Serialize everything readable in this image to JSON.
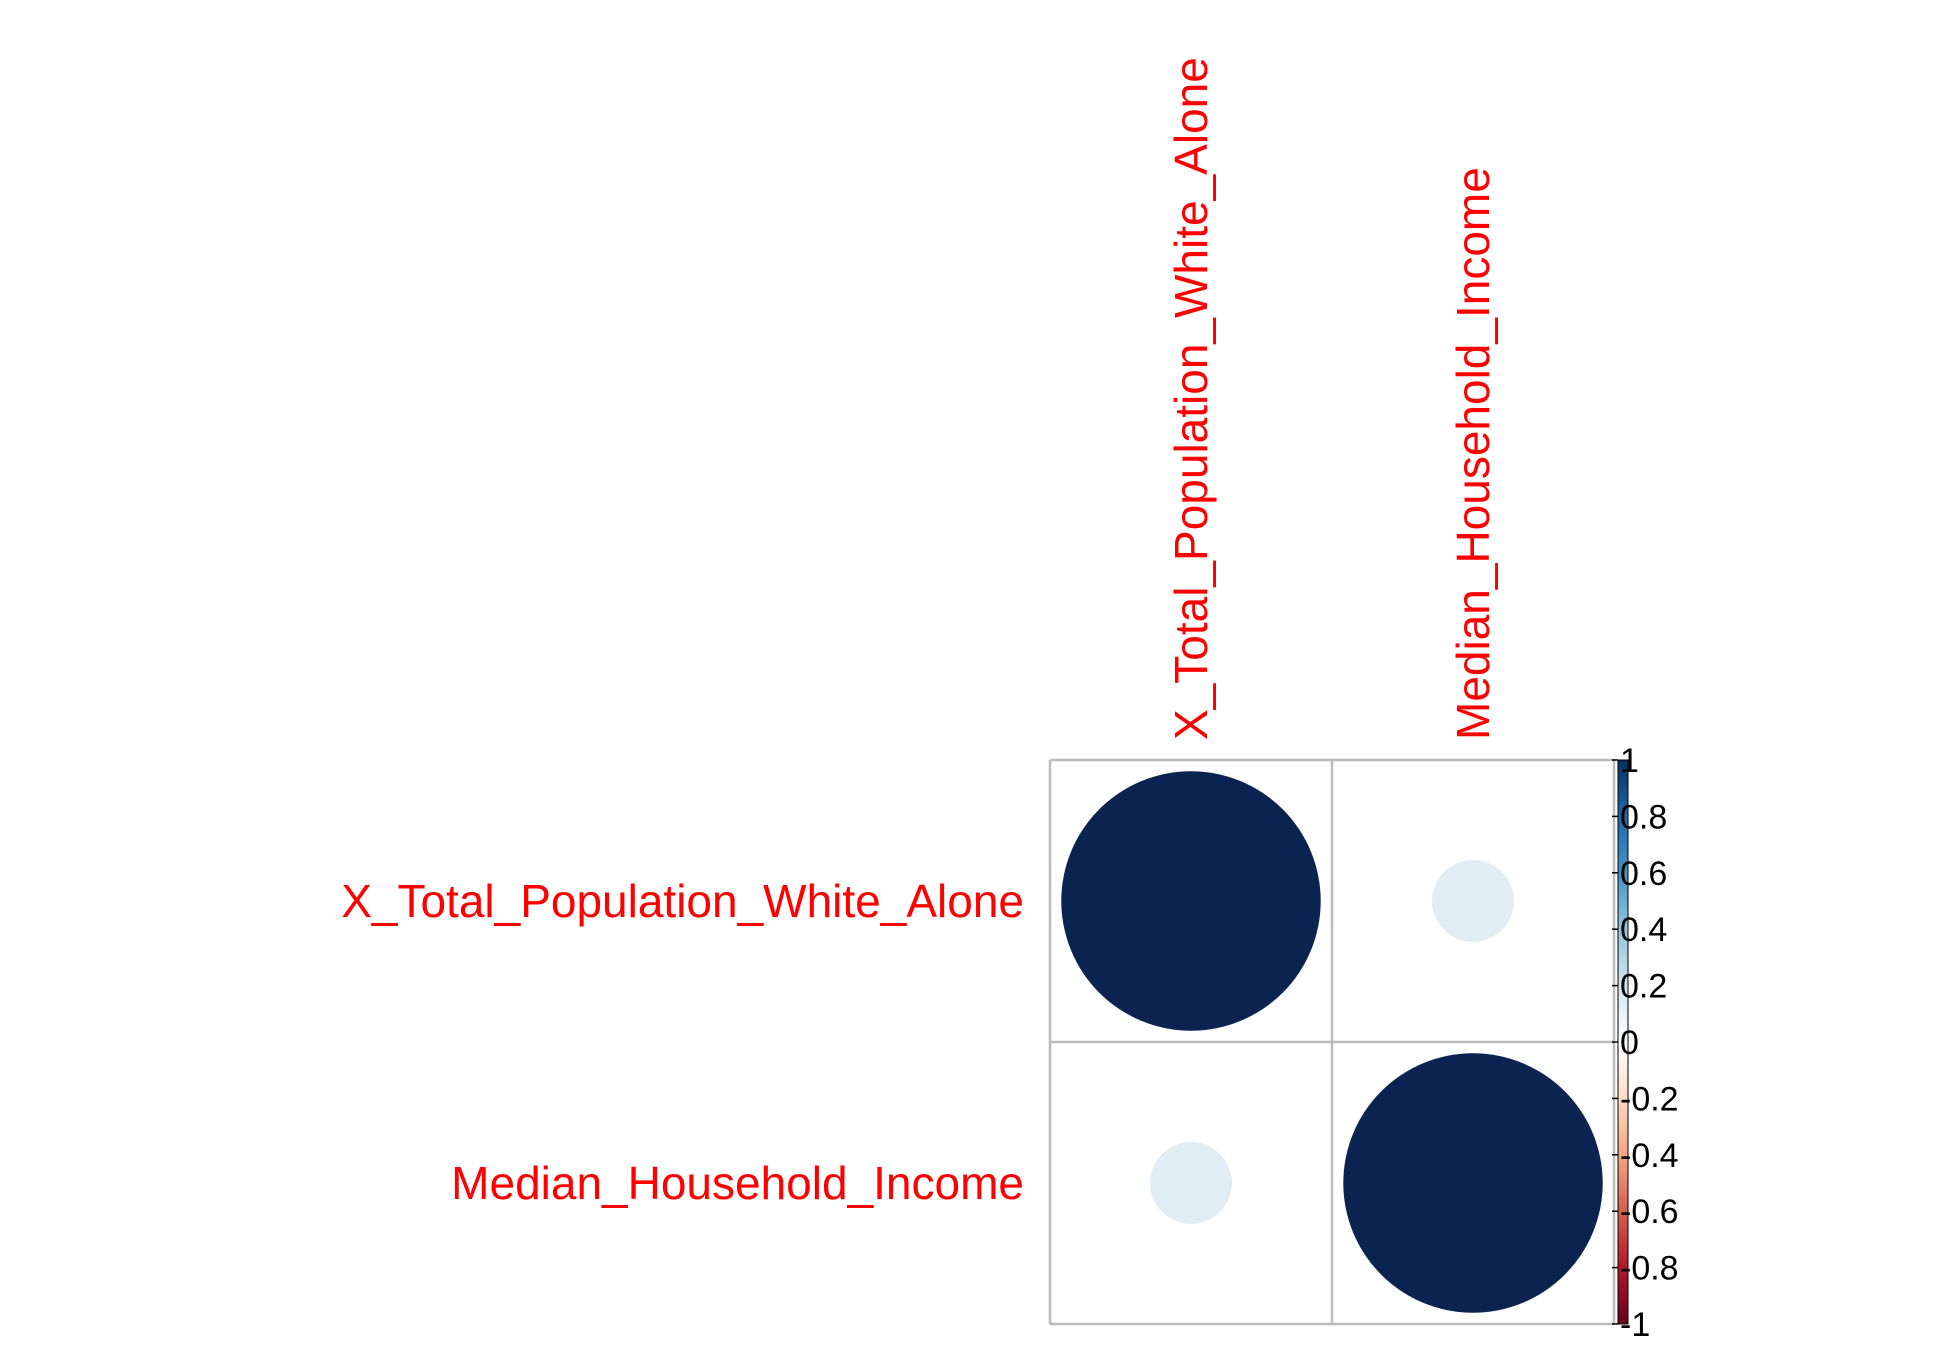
{
  "chart_data": {
    "type": "heatmap",
    "method": "circle",
    "variables": [
      "X_Total_Population_White_Alone",
      "Median_Household_Income"
    ],
    "matrix": [
      [
        1.0,
        0.1
      ],
      [
        0.1,
        1.0
      ]
    ],
    "color_scale": {
      "min": -1,
      "max": 1,
      "ticks": [
        "1",
        "0.8",
        "0.6",
        "0.4",
        "0.2",
        "0",
        "-0.2",
        "-0.4",
        "-0.6",
        "-0.8",
        "-1"
      ],
      "tick_values": [
        1,
        0.8,
        0.6,
        0.4,
        0.2,
        0,
        -0.2,
        -0.4,
        -0.6,
        -0.8,
        -1
      ],
      "stops": [
        {
          "value": -1.0,
          "color": "#67001F"
        },
        {
          "value": -0.8,
          "color": "#B2182B"
        },
        {
          "value": -0.6,
          "color": "#D6604D"
        },
        {
          "value": -0.4,
          "color": "#F4A582"
        },
        {
          "value": -0.2,
          "color": "#FDDBC7"
        },
        {
          "value": 0.0,
          "color": "#FFFFFF"
        },
        {
          "value": 0.2,
          "color": "#D1E5F0"
        },
        {
          "value": 0.4,
          "color": "#92C5DE"
        },
        {
          "value": 0.6,
          "color": "#4393C3"
        },
        {
          "value": 0.8,
          "color": "#2166AC"
        },
        {
          "value": 1.0,
          "color": "#053061"
        }
      ]
    },
    "legend_position": "right",
    "label_color": "#FF0000",
    "grid_color": "#BBBBBB",
    "circle_color_full": "#0A2350",
    "circle_color_weak": "#E1EDF4"
  }
}
